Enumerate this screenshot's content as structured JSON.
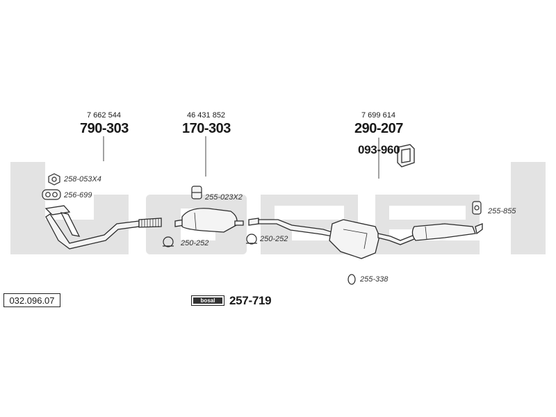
{
  "diagram": {
    "brand_name": "bosal",
    "catalog_number": "032.096.07",
    "assembly_part": "257-719",
    "parts": {
      "front_pipe": {
        "oe_number": "7 662 544",
        "part_number": "790-303"
      },
      "front_silencer": {
        "oe_number": "46 431 852",
        "part_number": "170-303"
      },
      "rear_system": {
        "oe_number": "7 699 614",
        "part_number": "290-207"
      },
      "mounting_kit": {
        "part_number": "093-960"
      }
    },
    "accessories": {
      "nuts": "258-053X4",
      "gasket": "256-699",
      "rubber_mounts_a": "255-023X2",
      "clamp_a": "250-252",
      "clamp_b": "250-252",
      "rubber_mount_b": "255-855",
      "ring": "255-338"
    },
    "colors": {
      "watermark": "#e2e2e2",
      "line": "#2b2b2b",
      "part_fill": "#f4f4f4"
    }
  }
}
